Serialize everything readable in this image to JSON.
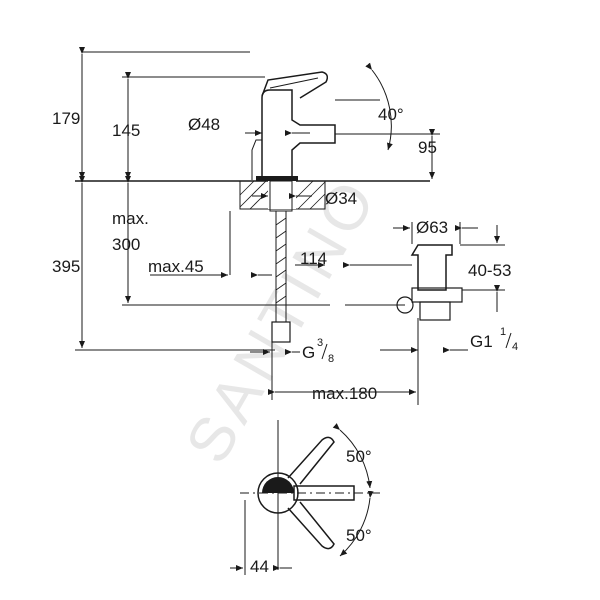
{
  "watermark": "SANTINO",
  "dimensions": {
    "h179": "179",
    "h145": "145",
    "dia48": "Ø48",
    "angle40": "40°",
    "h95": "95",
    "dia34": "Ø34",
    "max_label": "max.",
    "h300": "300",
    "h395": "395",
    "max45": "max.45",
    "d114": "114",
    "dia63": "Ø63",
    "r4053": "40-53",
    "g1_main": "G1",
    "g1_num": "1",
    "g1_den": "4",
    "g38_main": "G",
    "g38_num": "3",
    "g38_den": "8",
    "max180": "max.180",
    "angle50_top": "50°",
    "angle50_bottom": "50°",
    "d44": "44"
  }
}
